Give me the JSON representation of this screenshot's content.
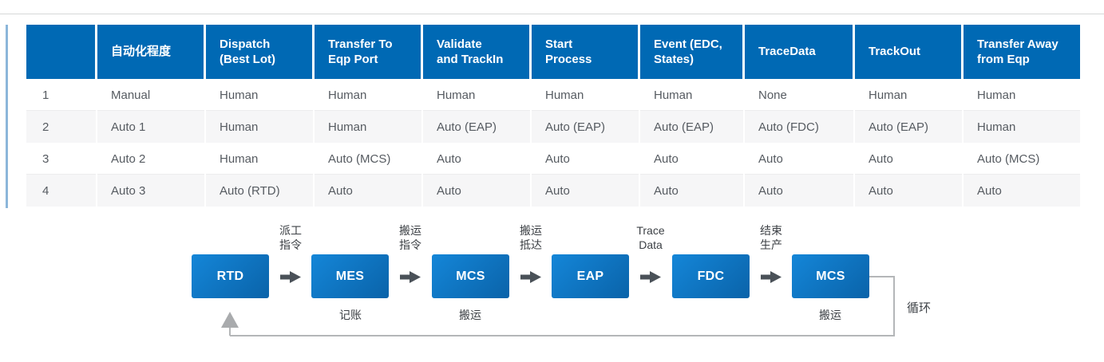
{
  "table": {
    "headers": [
      "",
      "自动化程度",
      "Dispatch\n(Best Lot)",
      "Transfer To\nEqp Port",
      "Validate\nand TrackIn",
      "Start\nProcess",
      "Event (EDC,\nStates)",
      "TraceData",
      "TrackOut",
      "Transfer Away\nfrom Eqp"
    ],
    "rows": [
      [
        "1",
        "Manual",
        "Human",
        "Human",
        "Human",
        "Human",
        "Human",
        "None",
        "Human",
        "Human"
      ],
      [
        "2",
        "Auto 1",
        "Human",
        "Human",
        "Auto (EAP)",
        "Auto (EAP)",
        "Auto (EAP)",
        "Auto (FDC)",
        "Auto (EAP)",
        "Human"
      ],
      [
        "3",
        "Auto 2",
        "Human",
        "Auto (MCS)",
        "Auto",
        "Auto",
        "Auto",
        "Auto",
        "Auto",
        "Auto (MCS)"
      ],
      [
        "4",
        "Auto 3",
        "Auto (RTD)",
        "Auto",
        "Auto",
        "Auto",
        "Auto",
        "Auto",
        "Auto",
        "Auto"
      ]
    ]
  },
  "flow": {
    "nodes": [
      "RTD",
      "MES",
      "MCS",
      "EAP",
      "FDC",
      "MCS"
    ],
    "arrow_labels": [
      "派工\n指令",
      "搬运\n指令",
      "搬运\n抵达",
      "Trace\nData",
      "结束\n生产"
    ],
    "sublabels": [
      "记账",
      "搬运",
      "搬运"
    ],
    "loop_label": "循环"
  },
  "colors": {
    "header_blue": "#0069b4",
    "node_gradient_start": "#1486d8",
    "node_gradient_end": "#0a63a9",
    "accent_line_blue": "#8cb6da",
    "step_arrow_gray": "#4a5158",
    "loop_line_gray": "#b4b6b8",
    "row_alt_gray": "#f6f6f7",
    "body_text_gray": "#565b61"
  }
}
